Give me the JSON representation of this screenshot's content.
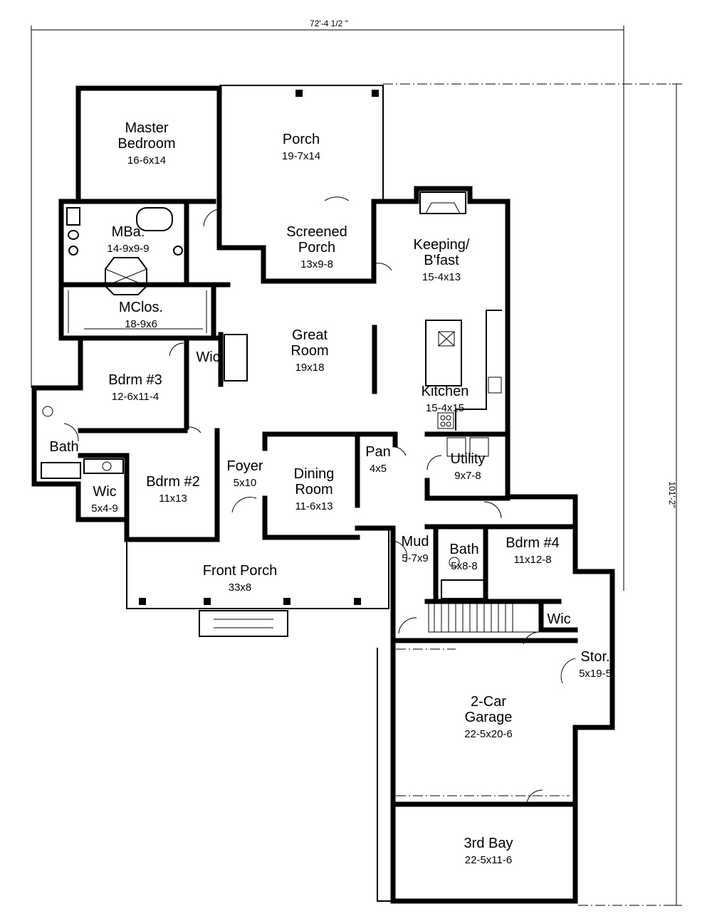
{
  "dimensions": {
    "overall_width": "72'-4 1/2 \"",
    "overall_depth": "101'-2\""
  },
  "rooms": [
    {
      "id": "master-bedroom",
      "name": "Master\nBedroom",
      "size": "16-6x14"
    },
    {
      "id": "porch",
      "name": "Porch",
      "size": "19-7x14"
    },
    {
      "id": "master-bath",
      "name": "MBa.",
      "size": "14-9x9-9"
    },
    {
      "id": "screened-porch",
      "name": "Screened\nPorch",
      "size": "13x9-8"
    },
    {
      "id": "keeping-breakfast",
      "name": "Keeping/\nB'fast",
      "size": "15-4x13"
    },
    {
      "id": "master-closet",
      "name": "MClos.",
      "size": "18-9x6"
    },
    {
      "id": "great-room",
      "name": "Great\nRoom",
      "size": "19x18"
    },
    {
      "id": "wic-great",
      "name": "Wic",
      "size": ""
    },
    {
      "id": "bedroom-3",
      "name": "Bdrm #3",
      "size": "12-6x11-4"
    },
    {
      "id": "kitchen",
      "name": "Kitchen",
      "size": "15-4x15"
    },
    {
      "id": "bath-left",
      "name": "Bath",
      "size": ""
    },
    {
      "id": "pantry",
      "name": "Pan",
      "size": "4x5"
    },
    {
      "id": "utility",
      "name": "Utility",
      "size": "9x7-8"
    },
    {
      "id": "foyer",
      "name": "Foyer",
      "size": "5x10"
    },
    {
      "id": "dining-room",
      "name": "Dining\nRoom",
      "size": "11-6x13"
    },
    {
      "id": "bedroom-2",
      "name": "Bdrm #2",
      "size": "11x13"
    },
    {
      "id": "wic-bdrm2",
      "name": "Wic",
      "size": "5x4-9"
    },
    {
      "id": "mud",
      "name": "Mud",
      "size": "5-7x9"
    },
    {
      "id": "bath-right",
      "name": "Bath",
      "size": "5x8-8"
    },
    {
      "id": "bedroom-4",
      "name": "Bdrm #4",
      "size": "11x12-8"
    },
    {
      "id": "front-porch",
      "name": "Front Porch",
      "size": "33x8"
    },
    {
      "id": "wic-bdrm4",
      "name": "Wic",
      "size": ""
    },
    {
      "id": "storage",
      "name": "Stor.",
      "size": "5x19-5"
    },
    {
      "id": "garage",
      "name": "2-Car\nGarage",
      "size": "22-5x20-6"
    },
    {
      "id": "third-bay",
      "name": "3rd Bay",
      "size": "22-5x11-6"
    }
  ]
}
